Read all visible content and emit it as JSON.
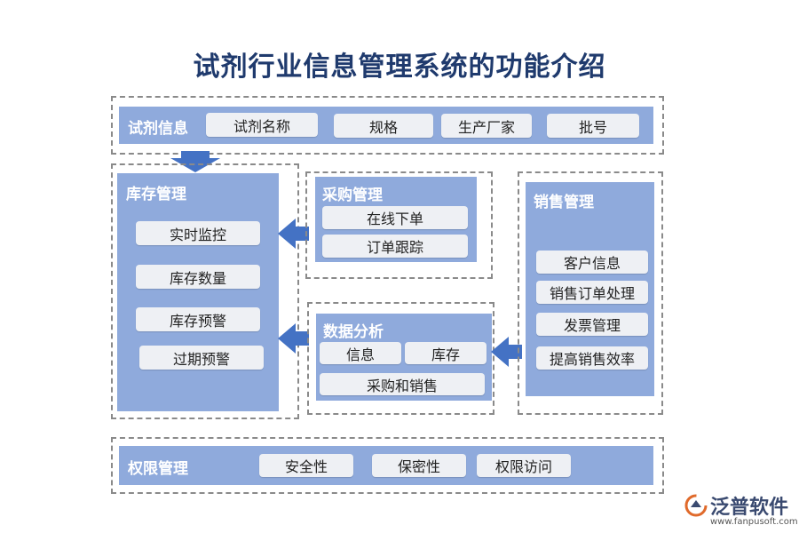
{
  "title": "试剂行业信息管理系统的功能介绍",
  "reagent_info": {
    "title": "试剂信息",
    "items": [
      "试剂名称",
      "规格",
      "生产厂家",
      "批号"
    ]
  },
  "inventory": {
    "title": "库存管理",
    "items": [
      "实时监控",
      "库存数量",
      "库存预警",
      "过期预警"
    ]
  },
  "purchase": {
    "title": "采购管理",
    "items": [
      "在线下单",
      "订单跟踪"
    ]
  },
  "analysis": {
    "title": "数据分析",
    "items": [
      "信息",
      "库存",
      "采购和销售"
    ]
  },
  "sales": {
    "title": "销售管理",
    "items": [
      "客户信息",
      "销售订单处理",
      "发票管理",
      "提高销售效率"
    ]
  },
  "permission": {
    "title": "权限管理",
    "items": [
      "安全性",
      "保密性",
      "权限访问"
    ]
  },
  "logo": {
    "name": "泛普软件",
    "url": "www.fanpusoft.com"
  },
  "colors": {
    "panel": "#8faadc",
    "arrow": "#4472c4",
    "title": "#1f3a6d"
  }
}
